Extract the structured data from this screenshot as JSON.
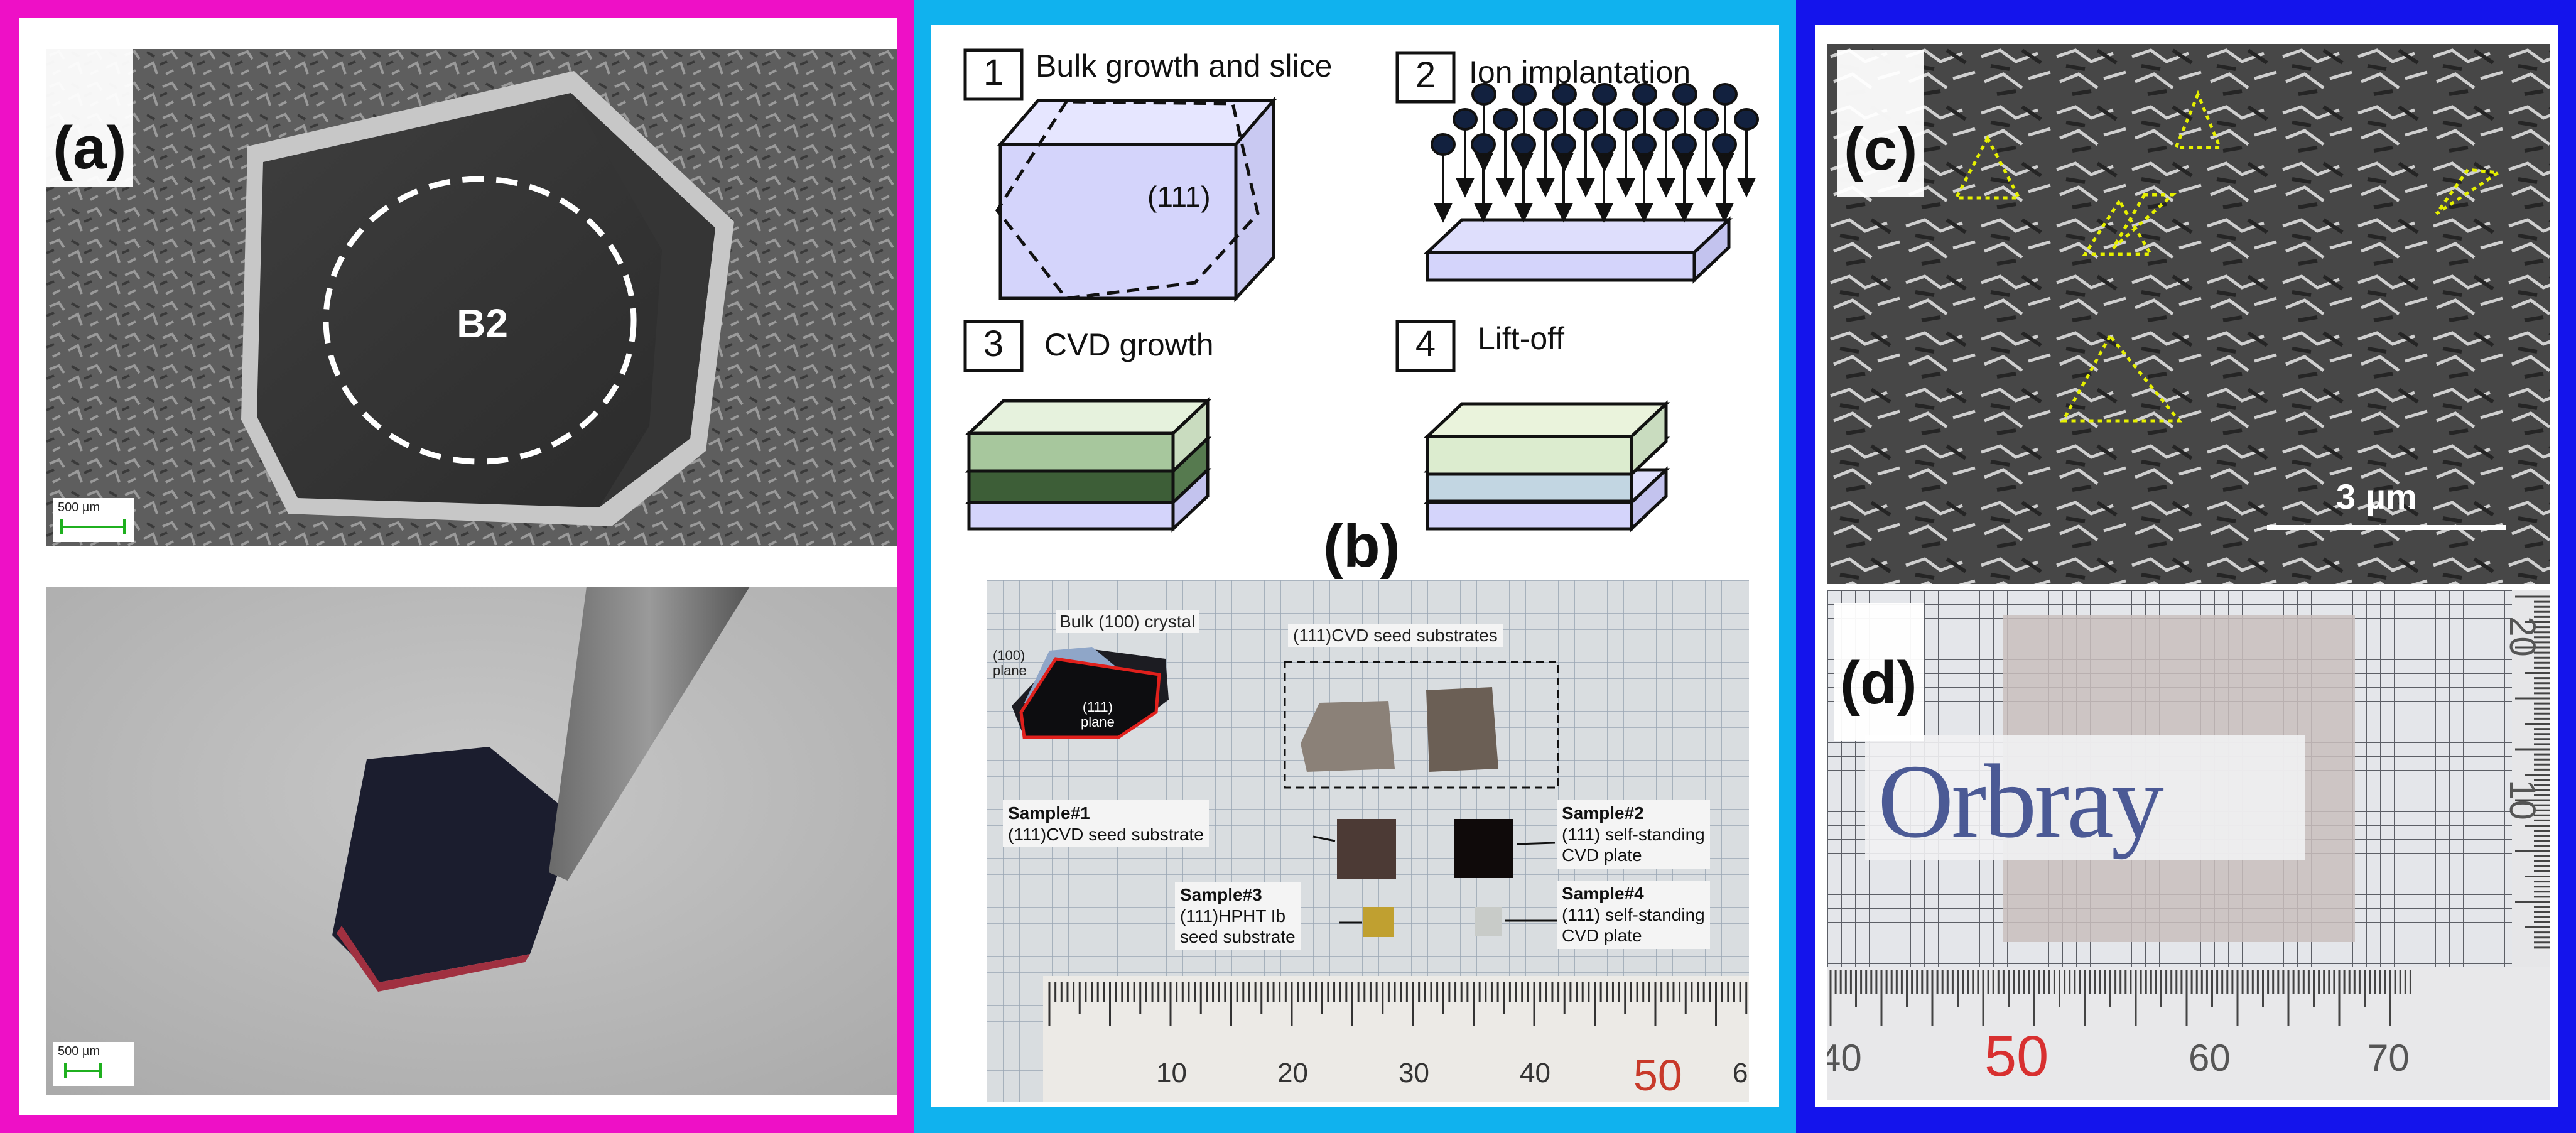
{
  "panel_a": {
    "label": "(a)",
    "top_image": {
      "sample_label": "B2",
      "scale_bar": "500 µm"
    },
    "bottom_image": {
      "scale_bar": "500 µm"
    }
  },
  "panel_b": {
    "label": "(b)",
    "steps": [
      {
        "number": "1",
        "title": "Bulk growth and slice",
        "face_label": "(111)"
      },
      {
        "number": "2",
        "title": "Ion implantation"
      },
      {
        "number": "3",
        "title": "CVD growth"
      },
      {
        "number": "4",
        "title": "Lift-off"
      }
    ],
    "photo": {
      "bulk_label": "Bulk (100) crystal",
      "plane_100": [
        "(100)",
        "plane"
      ],
      "plane_111": [
        "(111)",
        "plane"
      ],
      "seed_label": "(111)CVD seed substrates",
      "samples": [
        {
          "name": "Sample#1",
          "lines": [
            "(111)CVD seed substrate"
          ]
        },
        {
          "name": "Sample#2",
          "lines": [
            "(111) self-standing",
            "CVD plate"
          ]
        },
        {
          "name": "Sample#3",
          "lines": [
            "(111)HPHT Ib",
            "seed substrate"
          ]
        },
        {
          "name": "Sample#4",
          "lines": [
            "(111) self-standing",
            "CVD plate"
          ]
        }
      ],
      "ruler_ticks": [
        "10",
        "20",
        "30",
        "40",
        "50",
        "6"
      ]
    }
  },
  "panel_c": {
    "label": "(c)",
    "scale_bar": "3 µm"
  },
  "panel_d": {
    "label": "(d)",
    "logo_text": "Orbray",
    "ruler_bottom": [
      "40",
      "50",
      "60",
      "70"
    ],
    "ruler_side": [
      "20",
      "10"
    ]
  },
  "colors": {
    "magenta_frame": "#ee10c6",
    "cyan_frame": "#10b2ee",
    "blue_frame": "#1414ec",
    "triangle_yellow": "#e6f000",
    "red_digits": "#d02020"
  }
}
